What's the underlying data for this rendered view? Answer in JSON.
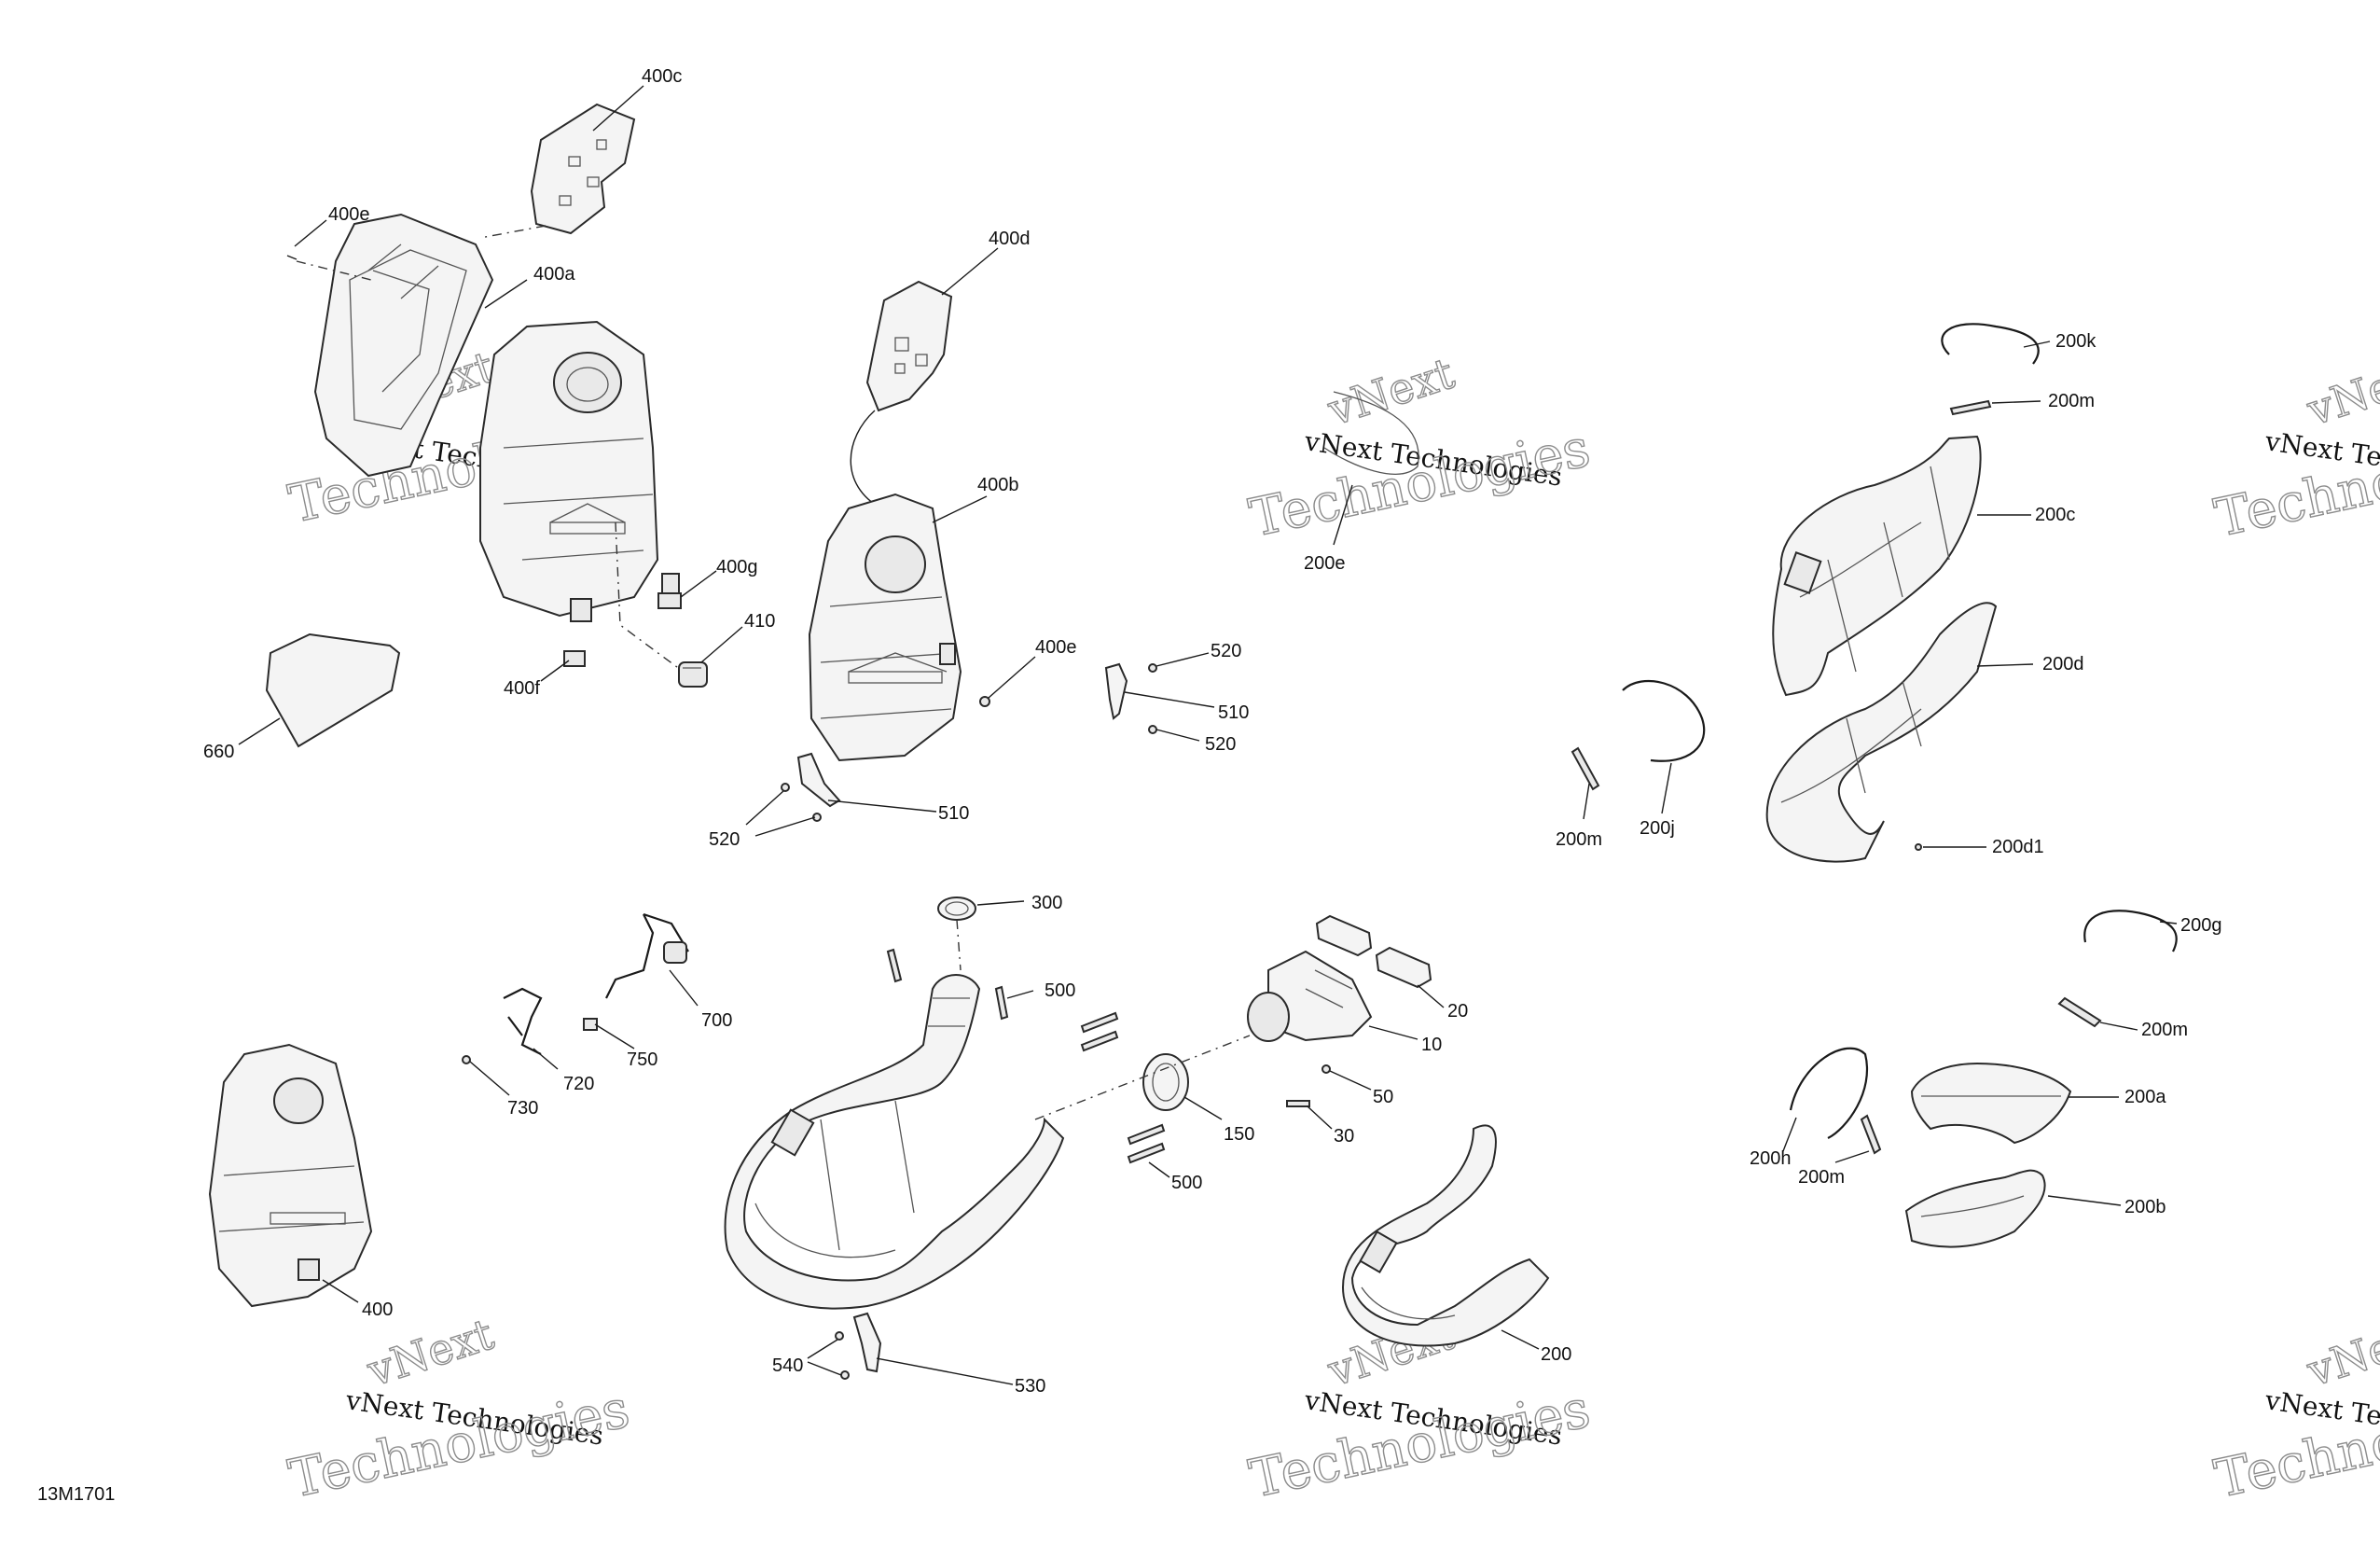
{
  "diagram_code": "13M1701",
  "watermark": {
    "line1": "vNext",
    "line2": "vNext Technologies",
    "line3": "Technologies"
  },
  "callouts": {
    "c400c": "400c",
    "c400e_top": "400e",
    "c400a": "400a",
    "c400d": "400d",
    "c400b": "400b",
    "c400g": "400g",
    "c410": "410",
    "c400f": "400f",
    "c400e_mid": "400e",
    "c660": "660",
    "c520_a": "520",
    "c510_a": "510",
    "c520_b": "520",
    "c520_c": "520",
    "c510_b": "510",
    "c200e": "200e",
    "c200k": "200k",
    "c200m_a": "200m",
    "c200c": "200c",
    "c200d": "200d",
    "c200m_b": "200m",
    "c200j": "200j",
    "c200d1": "200d1",
    "c300": "300",
    "c500_a": "500",
    "c700": "700",
    "c750": "750",
    "c720": "720",
    "c730": "730",
    "c20": "20",
    "c10": "10",
    "c50": "50",
    "c30": "30",
    "c150": "150",
    "c500_b": "500",
    "c200g": "200g",
    "c200m_c": "200m",
    "c200a": "200a",
    "c200h": "200h",
    "c200m_d": "200m",
    "c200b": "200b",
    "c400": "400",
    "c200": "200",
    "c540": "540",
    "c530": "530"
  }
}
